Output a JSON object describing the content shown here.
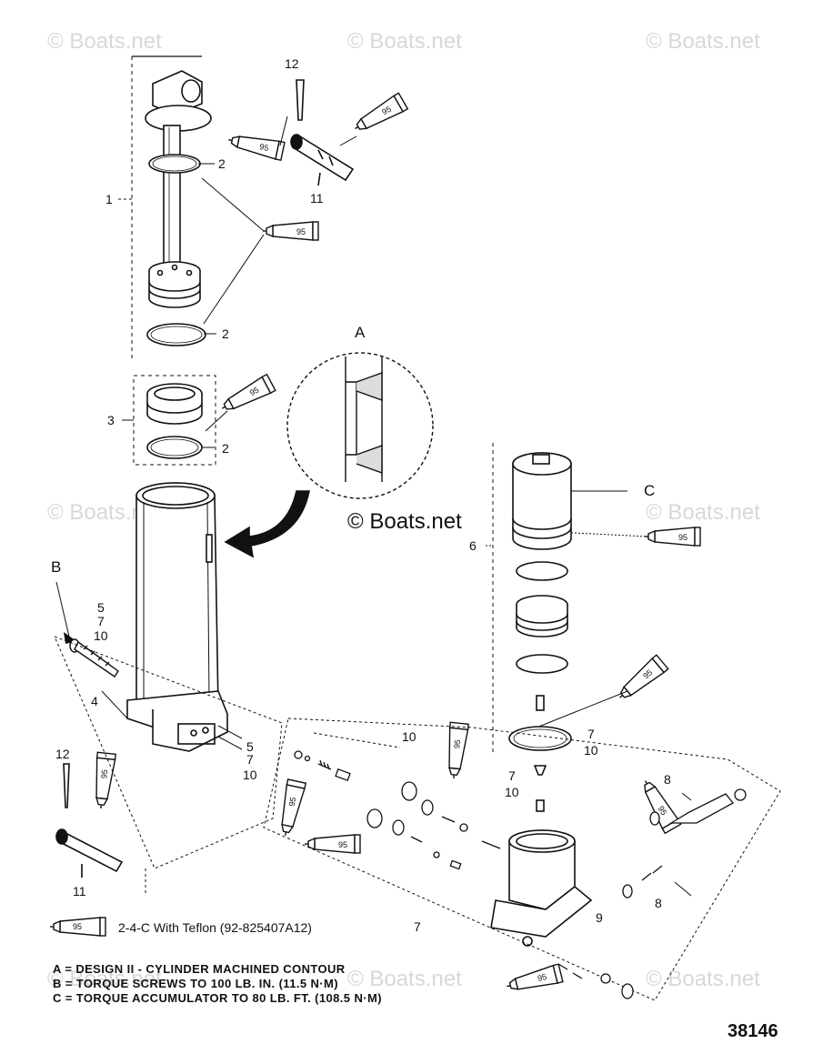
{
  "watermark": "© Boats.net",
  "center_watermark": "© Boats.net",
  "tube_label": "95",
  "legend": {
    "tube": "95",
    "text": "2-4-C  With Teflon (92-825407A12)"
  },
  "notes": [
    "A = DESIGN II - CYLINDER MACHINED CONTOUR",
    "B = TORQUE SCREWS TO 100 LB. IN. (11.5 N·M)",
    "C = TORQUE ACCUMULATOR TO 80 LB. FT. (108.5 N·M)"
  ],
  "reference_number": "38146",
  "callouts": {
    "c1": "1",
    "c2a": "2",
    "c2b": "2",
    "c2c": "2",
    "c3": "3",
    "c4": "4",
    "c5a": "5",
    "c7a": "7",
    "c10a": "10",
    "c5b": "5",
    "c7b": "7",
    "c10b": "10",
    "c6": "6",
    "c7c": "7",
    "c10c": "10",
    "c7d": "7",
    "c10d": "10",
    "c7e": "7",
    "c8a": "8",
    "c8b": "8",
    "c9": "9",
    "c10e": "10",
    "c11a": "11",
    "c11b": "11",
    "c12a": "12",
    "c12b": "12"
  },
  "letters": {
    "a": "A",
    "b": "B",
    "c": "C"
  }
}
